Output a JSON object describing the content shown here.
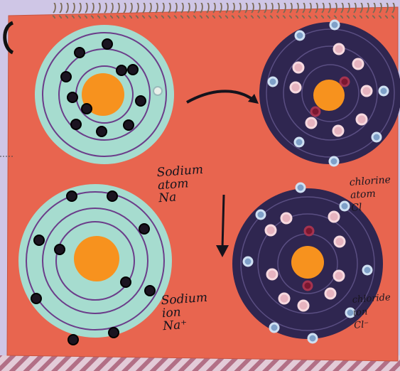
{
  "colors": {
    "board": "#e8654f",
    "sodium_disc": "#a6dccf",
    "chlorine_disc": "#2f2650",
    "nucleus": "#f7921e",
    "orbit": "#6b3d8a",
    "bead_black": "#1b1420",
    "bead_blue": "#7fa0c8",
    "bead_pink": "#e6b3bf",
    "bead_red": "#7a1730"
  },
  "labels": {
    "sodium_atom": [
      "Sodium",
      "atom",
      "Na"
    ],
    "chlorine_atom": [
      "chlorine",
      "atom",
      "Cl"
    ],
    "sodium_ion": [
      "Sodium",
      "ion",
      "Na⁺"
    ],
    "chloride_ion": [
      "chloride",
      "ion",
      "Cl⁻"
    ]
  }
}
